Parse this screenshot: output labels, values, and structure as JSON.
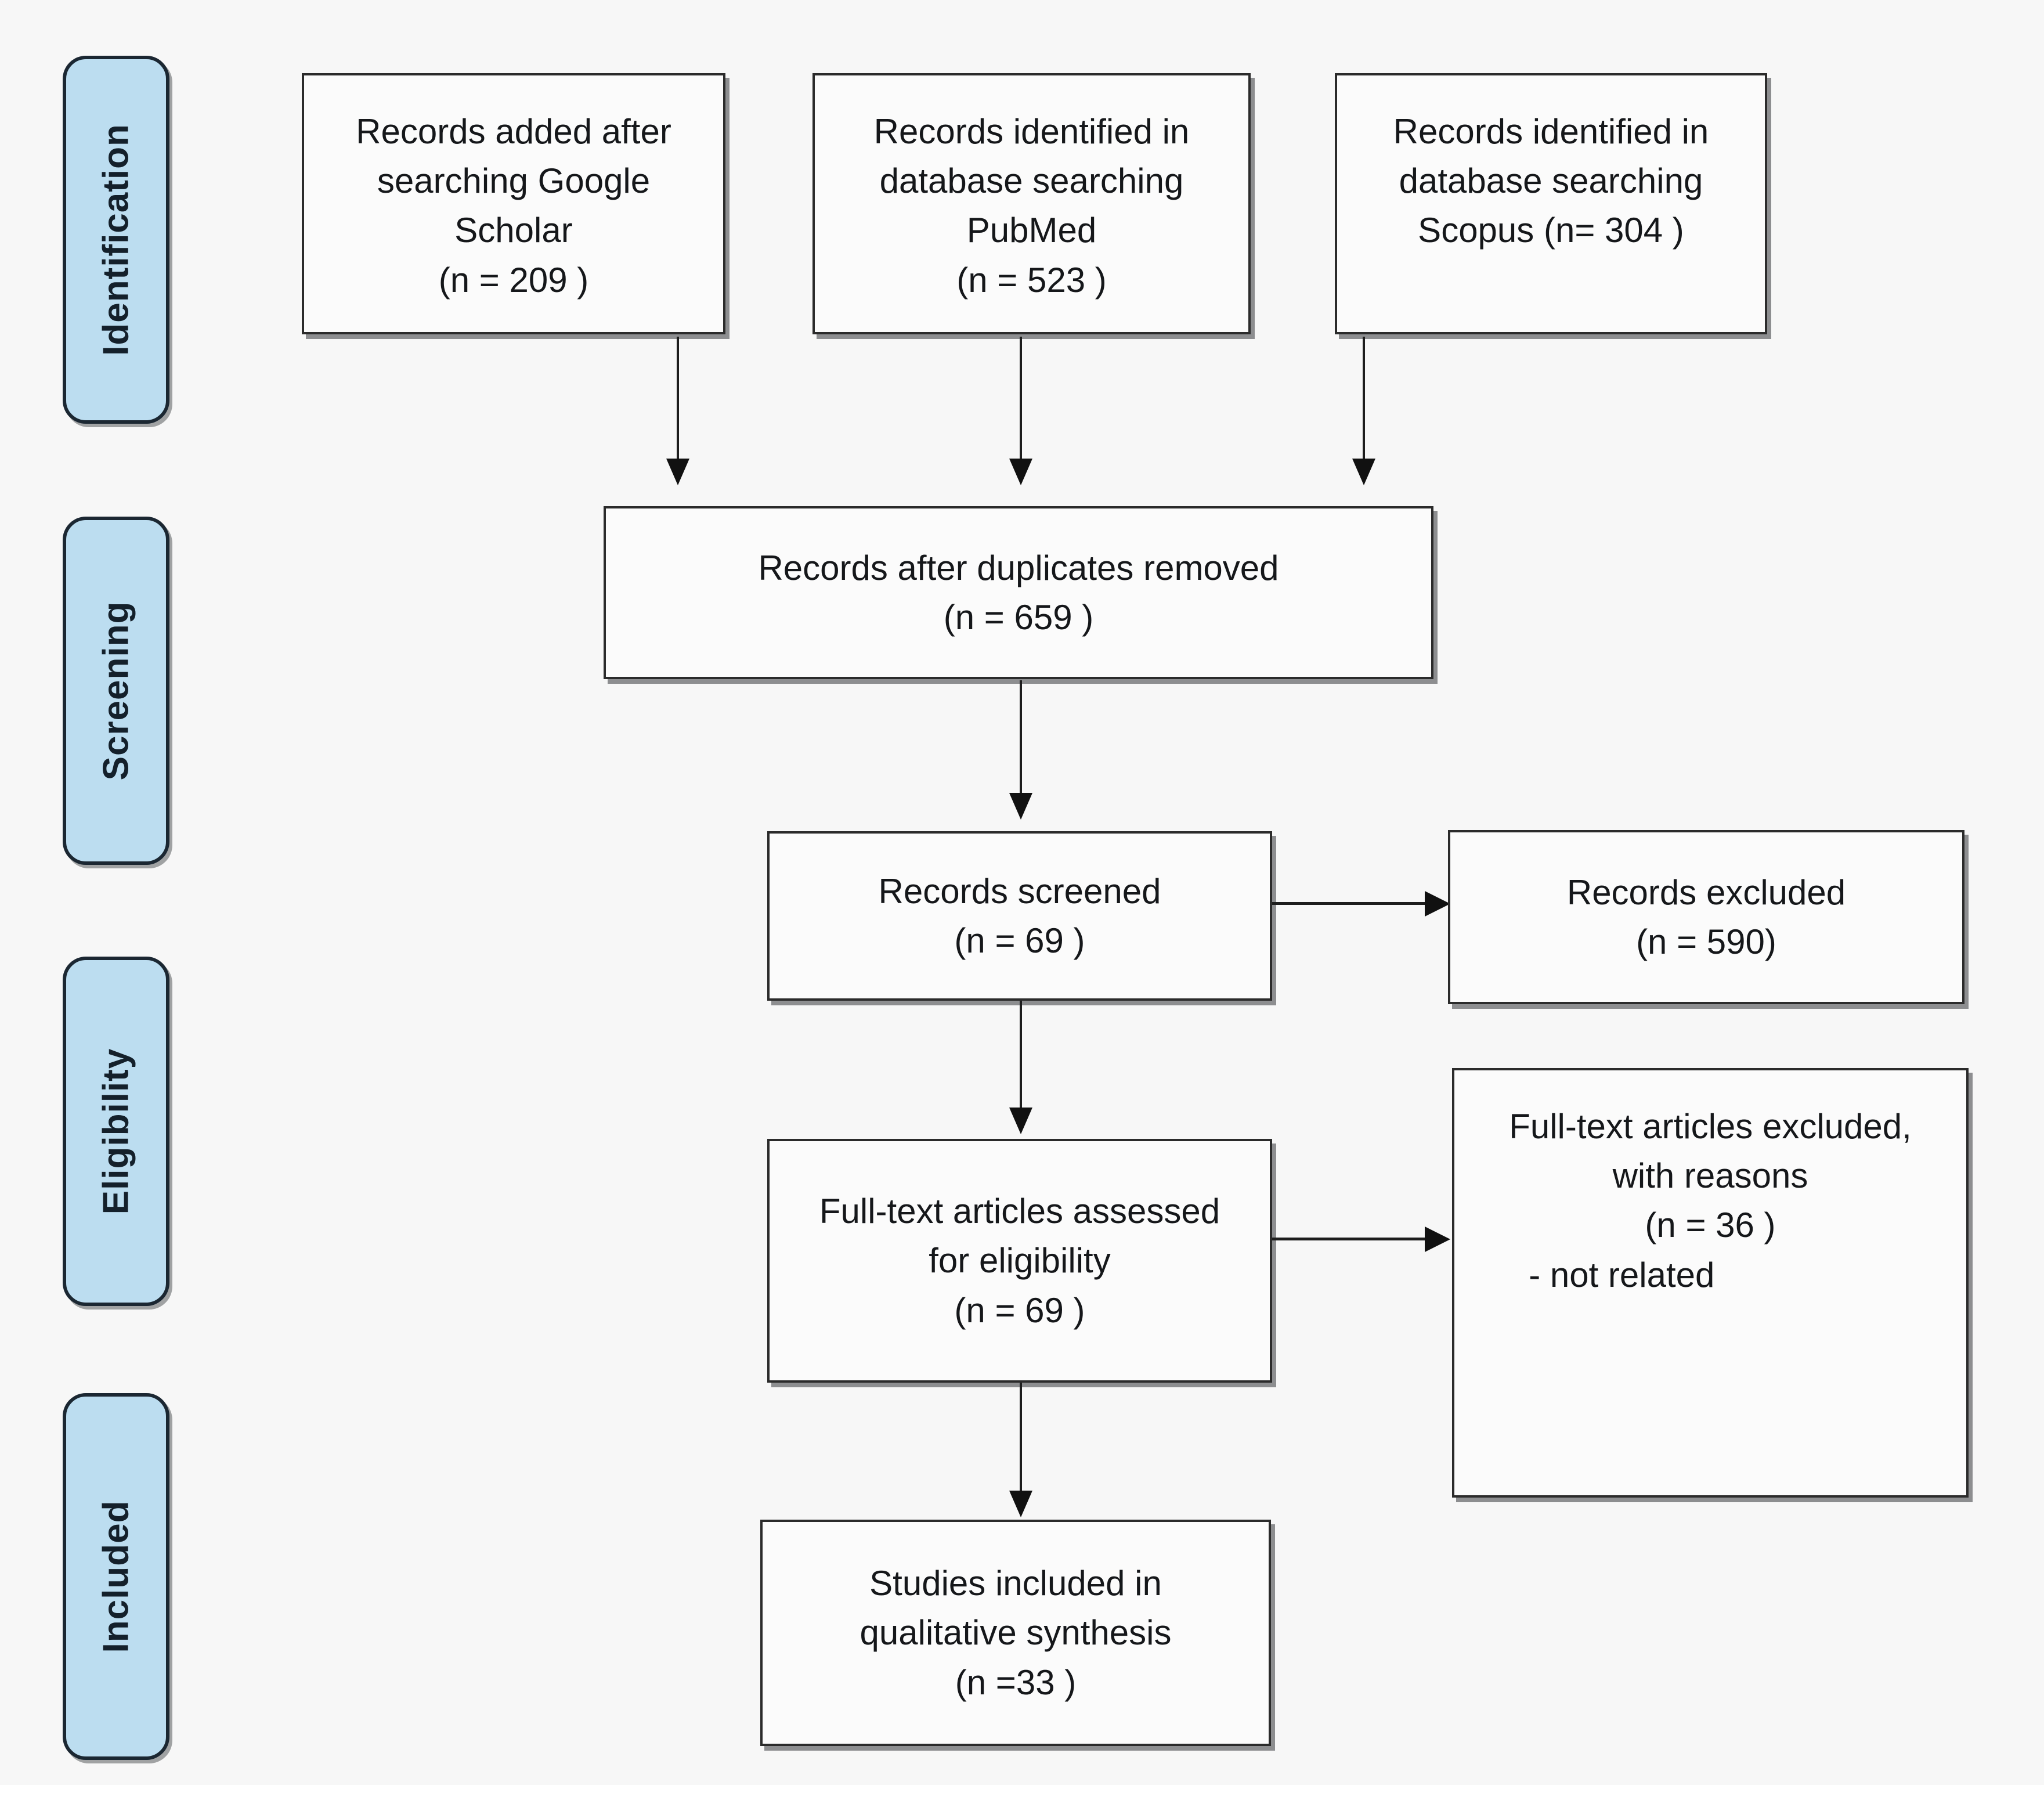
{
  "figure": {
    "type": "prisma-flow-diagram",
    "background_color": "#f7f7f7",
    "box_fill_color": "#fbfbfb",
    "box_border_color": "#2b2b2b",
    "stage_badge_fill_color": "#bcddf0",
    "stage_badge_border_color": "#1b2732",
    "connector_color": "#1d1d1d"
  },
  "stages": [
    {
      "id": "identification",
      "label": "Identification"
    },
    {
      "id": "screening",
      "label": "Screening"
    },
    {
      "id": "eligibility",
      "label": "Eligibility"
    },
    {
      "id": "included",
      "label": "Included"
    }
  ],
  "boxes": {
    "google_scholar": {
      "text": "Records added after\nsearching Google\nScholar\n(n = 209  )",
      "count": 209
    },
    "pubmed": {
      "text": "Records identified in\ndatabase searching\nPubMed\n(n = 523 )",
      "count": 523
    },
    "scopus": {
      "text": "Records identified in\ndatabase searching\nScopus (n= 304 )",
      "count": 304
    },
    "duplicates_removed": {
      "text": "Records after duplicates removed\n(n = 659   )",
      "count": 659
    },
    "records_screened": {
      "text": "Records screened\n(n = 69  )",
      "count": 69
    },
    "records_excluded": {
      "text": "Records excluded\n(n =  590)",
      "count": 590
    },
    "fulltext_assessed": {
      "text": "Full-text articles assessed\nfor eligibility\n(n =  69 )",
      "count": 69
    },
    "fulltext_excluded": {
      "text": "Full-text articles excluded,\nwith reasons\n(n =  36 )",
      "count": 36,
      "reason_bullet": "-    not related"
    },
    "studies_included": {
      "text": "Studies included in\nqualitative synthesis\n(n =33  )",
      "count": 33
    }
  },
  "chart_data": {
    "type": "diagram",
    "title": "PRISMA flow diagram",
    "nodes": [
      {
        "id": "google_scholar",
        "stage": "Identification",
        "label": "Records added after searching Google Scholar",
        "n": 209
      },
      {
        "id": "pubmed",
        "stage": "Identification",
        "label": "Records identified in database searching PubMed",
        "n": 523
      },
      {
        "id": "scopus",
        "stage": "Identification",
        "label": "Records identified in database searching Scopus",
        "n": 304
      },
      {
        "id": "duplicates_removed",
        "stage": "Screening",
        "label": "Records after duplicates removed",
        "n": 659
      },
      {
        "id": "records_screened",
        "stage": "Screening",
        "label": "Records screened",
        "n": 69
      },
      {
        "id": "records_excluded",
        "stage": "Screening",
        "label": "Records excluded",
        "n": 590
      },
      {
        "id": "fulltext_assessed",
        "stage": "Eligibility",
        "label": "Full-text articles assessed for eligibility",
        "n": 69
      },
      {
        "id": "fulltext_excluded",
        "stage": "Eligibility",
        "label": "Full-text articles excluded, with reasons",
        "n": 36,
        "reasons": [
          "not related"
        ]
      },
      {
        "id": "studies_included",
        "stage": "Included",
        "label": "Studies included in qualitative synthesis",
        "n": 33
      }
    ],
    "edges": [
      {
        "from": "google_scholar",
        "to": "duplicates_removed",
        "direction": "down"
      },
      {
        "from": "pubmed",
        "to": "duplicates_removed",
        "direction": "down"
      },
      {
        "from": "scopus",
        "to": "duplicates_removed",
        "direction": "down"
      },
      {
        "from": "duplicates_removed",
        "to": "records_screened",
        "direction": "down"
      },
      {
        "from": "records_screened",
        "to": "records_excluded",
        "direction": "right"
      },
      {
        "from": "records_screened",
        "to": "fulltext_assessed",
        "direction": "down"
      },
      {
        "from": "fulltext_assessed",
        "to": "fulltext_excluded",
        "direction": "right"
      },
      {
        "from": "fulltext_assessed",
        "to": "studies_included",
        "direction": "down"
      }
    ]
  }
}
